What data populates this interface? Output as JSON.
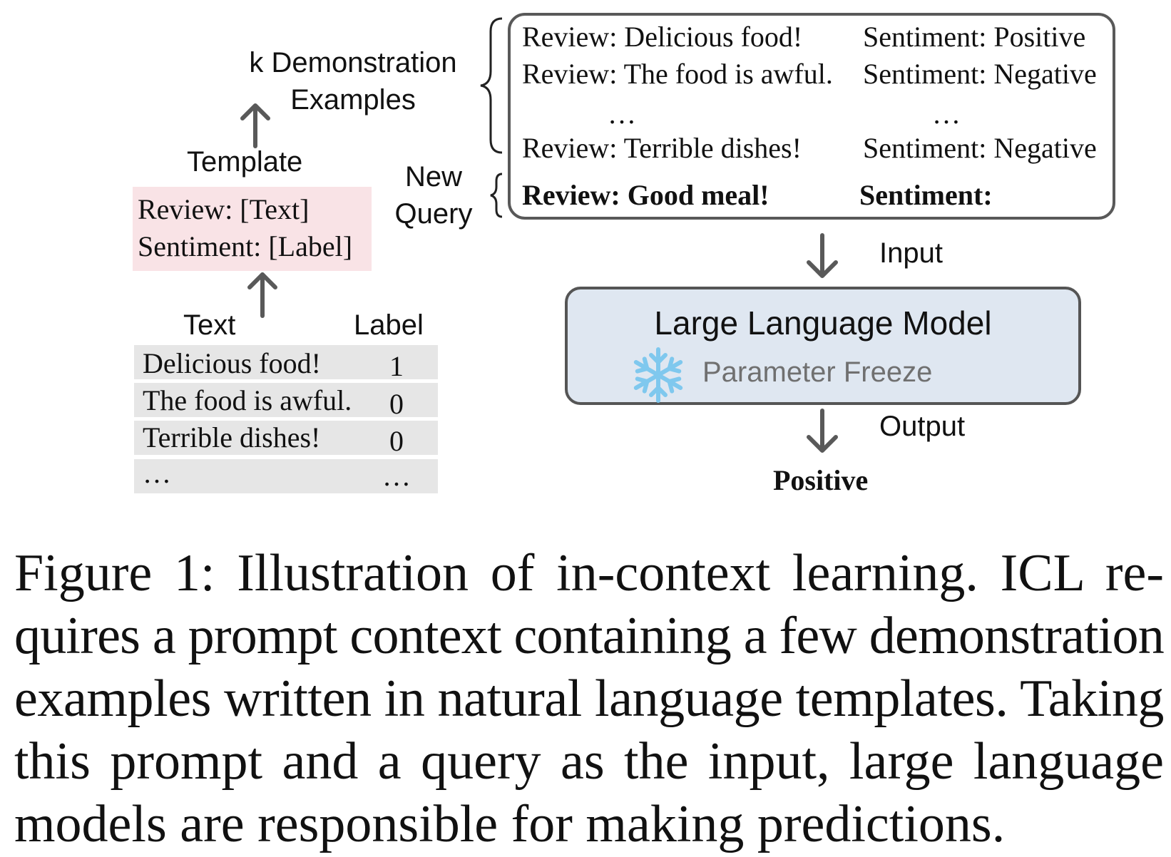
{
  "left_column": {
    "demo_label": [
      "k Demonstration",
      "Examples"
    ],
    "template_title": "Template",
    "template_lines": [
      "Review: [Text]",
      "Sentiment: [Label]"
    ],
    "table_headers": {
      "text": "Text",
      "label": "Label"
    },
    "table_rows": [
      {
        "text": "Delicious food!",
        "label": "1"
      },
      {
        "text": "The food is awful.",
        "label": "0"
      },
      {
        "text": "Terrible dishes!",
        "label": "0"
      },
      {
        "text": "…",
        "label": "…"
      }
    ]
  },
  "prompt": {
    "demonstrations": [
      {
        "review": "Review: Delicious food!",
        "sentiment": "Sentiment: Positive"
      },
      {
        "review": "Review: The food is awful.",
        "sentiment": "Sentiment: Negative"
      },
      {
        "review": "…",
        "sentiment": "…"
      },
      {
        "review": "Review: Terrible dishes!",
        "sentiment": "Sentiment: Negative"
      }
    ],
    "query": {
      "review": "Review: Good meal!",
      "sentiment": "Sentiment:"
    },
    "new_query_label": [
      "New",
      "Query"
    ]
  },
  "model": {
    "input_label": "Input",
    "title": "Large Language Model",
    "freeze_label": "Parameter Freeze",
    "freeze_icon": "snowflake-icon",
    "output_label": "Output",
    "prediction": "Positive"
  },
  "colors": {
    "template_fill": "#f9e3e6",
    "table_fill": "#e6e6e6",
    "model_fill": "#dfe7f1",
    "snowflake": "#7fc8ee",
    "stroke": "#595959"
  },
  "caption": {
    "lines": [
      "Figure 1: Illustration of in-context learning. ICL re-",
      "quires a prompt context containing a few demonstration",
      "examples written in natural language templates. Taking",
      "this prompt and a query as the input, large language",
      "models are responsible for making predictions."
    ]
  }
}
